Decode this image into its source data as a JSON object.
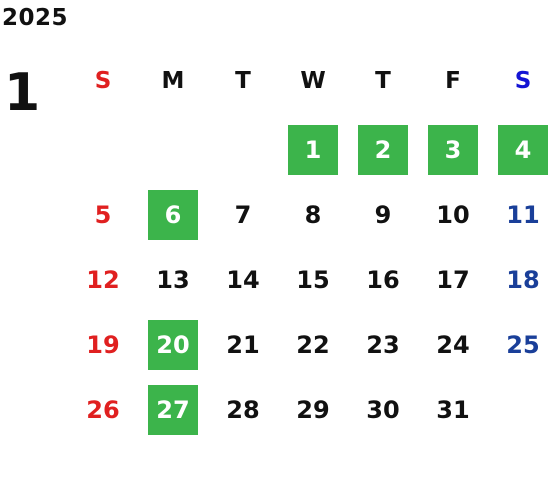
{
  "calendar": {
    "year": "2025",
    "month": "1",
    "weekdays": [
      {
        "label": "S",
        "color": "#e02020"
      },
      {
        "label": "M",
        "color": "#111111"
      },
      {
        "label": "T",
        "color": "#111111"
      },
      {
        "label": "W",
        "color": "#111111"
      },
      {
        "label": "T",
        "color": "#111111"
      },
      {
        "label": "F",
        "color": "#111111"
      },
      {
        "label": "S",
        "color": "#1414d4"
      }
    ],
    "first_weekday": 3,
    "days_in_month": 31,
    "highlighted_days": [
      1,
      2,
      3,
      4,
      6,
      20,
      27
    ],
    "colors": {
      "sunday": "#e02020",
      "saturday": "#1a3f99",
      "weekday": "#111111",
      "highlight_bg": "#3cb44b",
      "highlight_text": "#ffffff"
    }
  }
}
